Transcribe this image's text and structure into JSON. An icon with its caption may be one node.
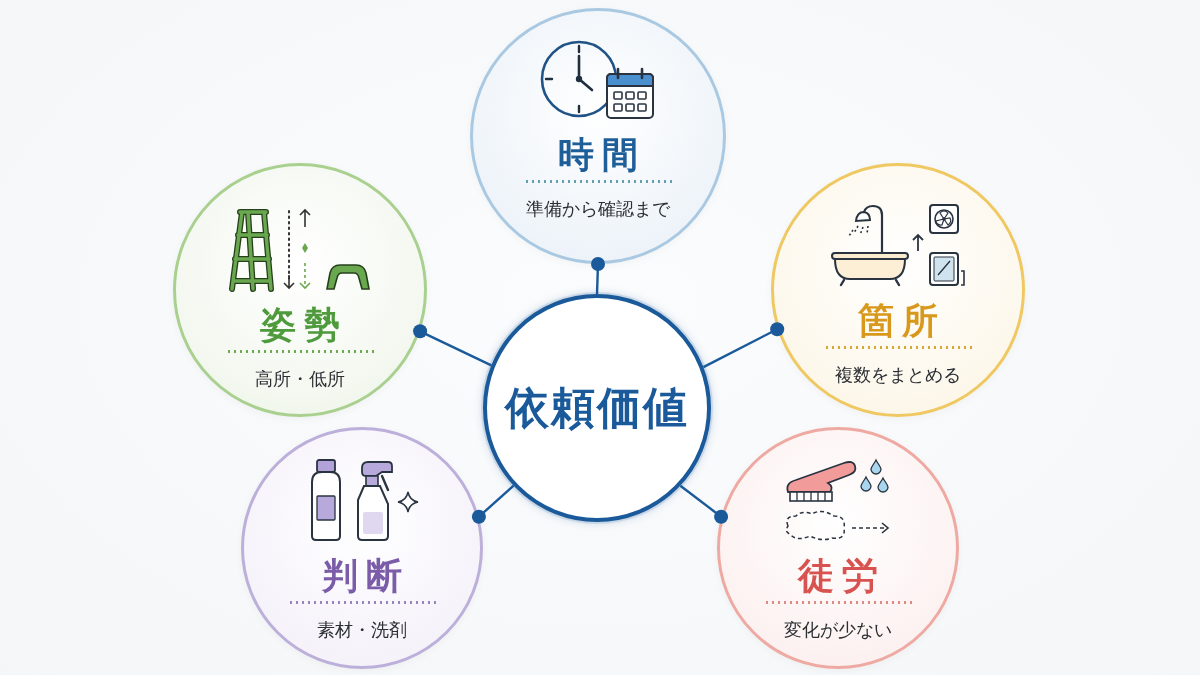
{
  "diagram": {
    "nodes": [
      {
        "text": [
          "時間",
          "準備から確認まで"
        ]
      },
      {
        "text": [
          "姿勢",
          "高所・低所"
        ]
      },
      {
        "text": [
          "箇所",
          "複数をまとめる"
        ]
      },
      {
        "text": [
          "依頼価値"
        ]
      },
      {
        "text": [
          "判断",
          "素材・洗剤"
        ]
      },
      {
        "text": [
          "徒労",
          "変化が少ない"
        ]
      }
    ],
    "edges": [
      {
        "from": 3,
        "to": 0,
        "arrow": "other"
      },
      {
        "from": 3,
        "to": 1,
        "arrow": "other"
      },
      {
        "from": 3,
        "to": 2,
        "arrow": "other"
      },
      {
        "from": 3,
        "to": 4,
        "arrow": "other"
      },
      {
        "from": 3,
        "to": 5,
        "arrow": "other"
      }
    ]
  }
}
